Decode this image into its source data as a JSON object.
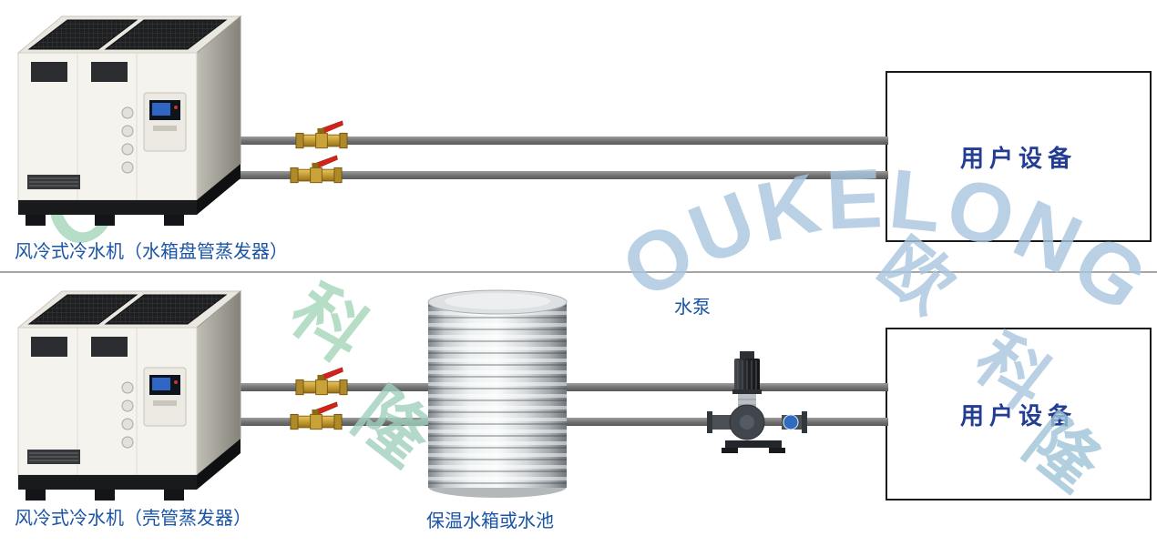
{
  "watermark": {
    "text": "OUKELONG",
    "green_letters": "OU",
    "characters": [
      "欧",
      "科",
      "隆"
    ],
    "color_blue": "#a9c6df",
    "color_green": "#a5d6b8"
  },
  "diagrams": {
    "top": {
      "chiller_label": "风冷式冷水机（水箱盘管蒸发器）",
      "equipment_label": "用户设备"
    },
    "bottom": {
      "chiller_label": "风冷式冷水机（壳管蒸发器）",
      "tank_label": "保温水箱或水池",
      "pump_label": "水泵",
      "equipment_label": "用户设备"
    }
  },
  "colors": {
    "label_text": "#1a54a6",
    "equipment_text": "#233d92",
    "pipe_gray": "#767676",
    "valve_handle_red": "#d42a1e",
    "valve_brass": "#c09a36"
  }
}
